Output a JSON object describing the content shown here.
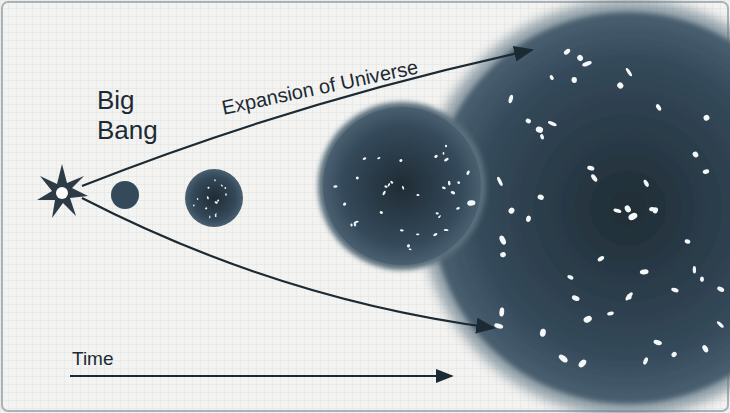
{
  "diagram": {
    "labels": [
      "Big Bang",
      "Expansion of Universe",
      "Time"
    ]
  }
}
